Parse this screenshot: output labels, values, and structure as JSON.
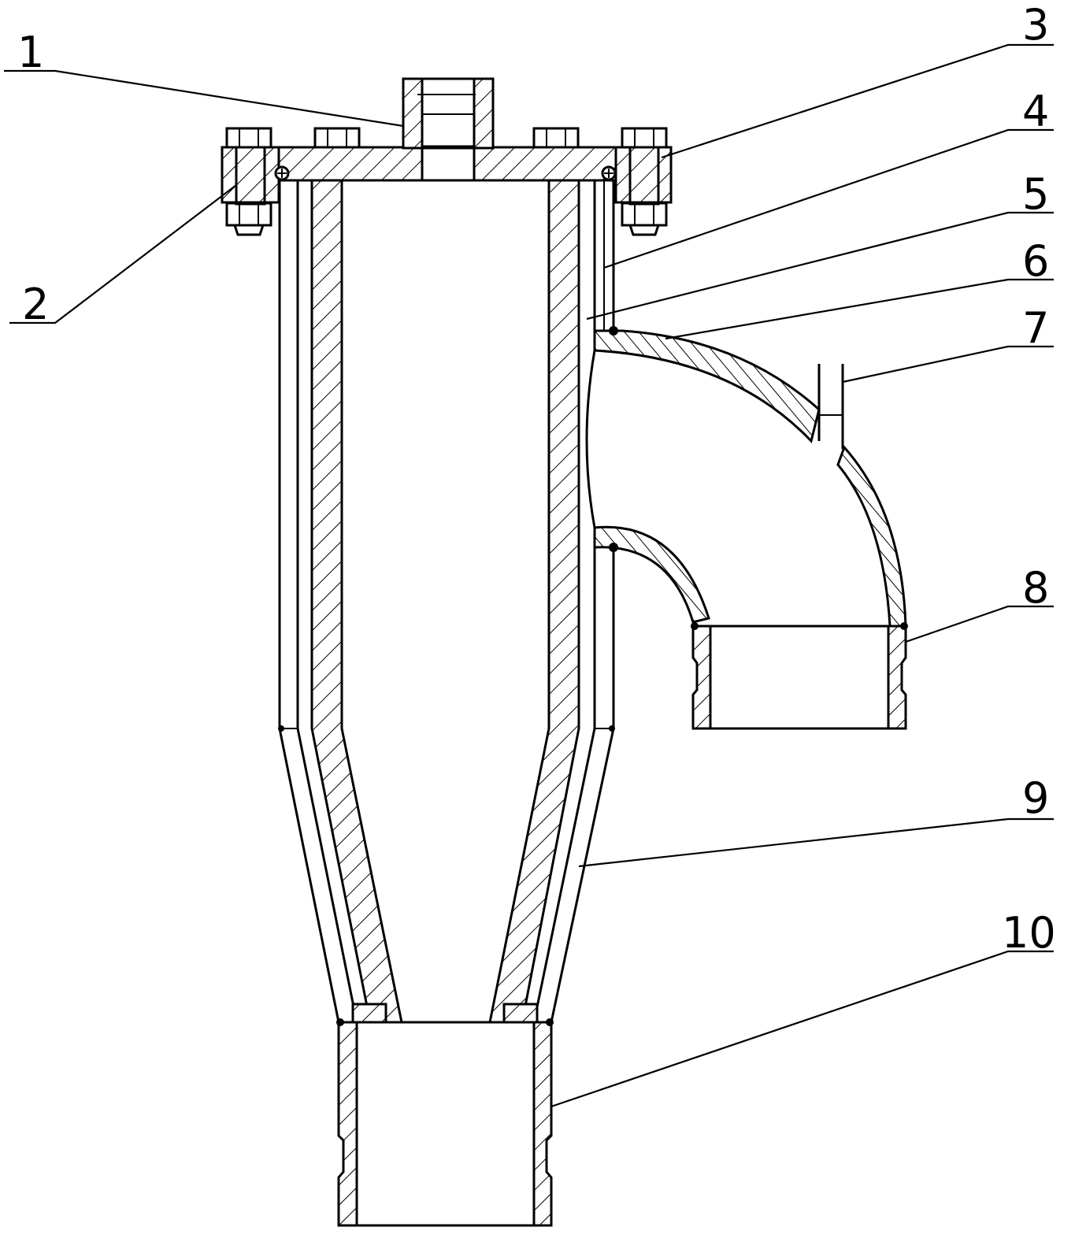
{
  "labels": [
    {
      "id": "1",
      "text": "1"
    },
    {
      "id": "2",
      "text": "2"
    },
    {
      "id": "3",
      "text": "3"
    },
    {
      "id": "4",
      "text": "4"
    },
    {
      "id": "5",
      "text": "5"
    },
    {
      "id": "6",
      "text": "6"
    },
    {
      "id": "7",
      "text": "7"
    },
    {
      "id": "8",
      "text": "8"
    },
    {
      "id": "9",
      "text": "9"
    },
    {
      "id": "10",
      "text": "10"
    }
  ],
  "colors": {
    "line": "#000000",
    "background": "#ffffff"
  }
}
